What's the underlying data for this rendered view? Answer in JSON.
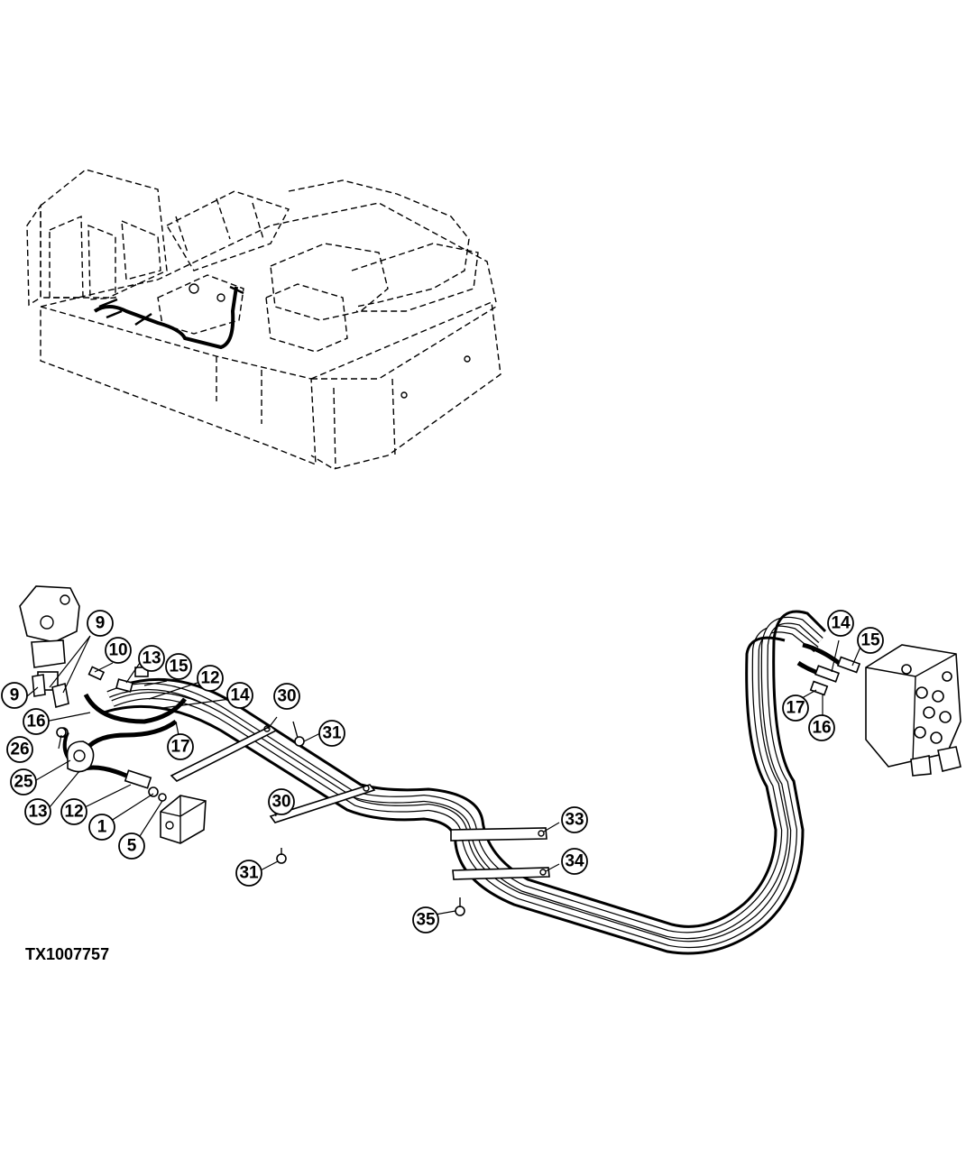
{
  "figure_id": "TX1007757",
  "callouts": [
    {
      "label": "9"
    },
    {
      "label": "9"
    },
    {
      "label": "10"
    },
    {
      "label": "13"
    },
    {
      "label": "15"
    },
    {
      "label": "12"
    },
    {
      "label": "14"
    },
    {
      "label": "16"
    },
    {
      "label": "26"
    },
    {
      "label": "17"
    },
    {
      "label": "25"
    },
    {
      "label": "13"
    },
    {
      "label": "12"
    },
    {
      "label": "1"
    },
    {
      "label": "5"
    },
    {
      "label": "30"
    },
    {
      "label": "31"
    },
    {
      "label": "30"
    },
    {
      "label": "31"
    },
    {
      "label": "33"
    },
    {
      "label": "34"
    },
    {
      "label": "35"
    },
    {
      "label": "14"
    },
    {
      "label": "15"
    },
    {
      "label": "17"
    },
    {
      "label": "16"
    }
  ],
  "colors": {
    "ink": "#000000",
    "paper": "#ffffff"
  }
}
